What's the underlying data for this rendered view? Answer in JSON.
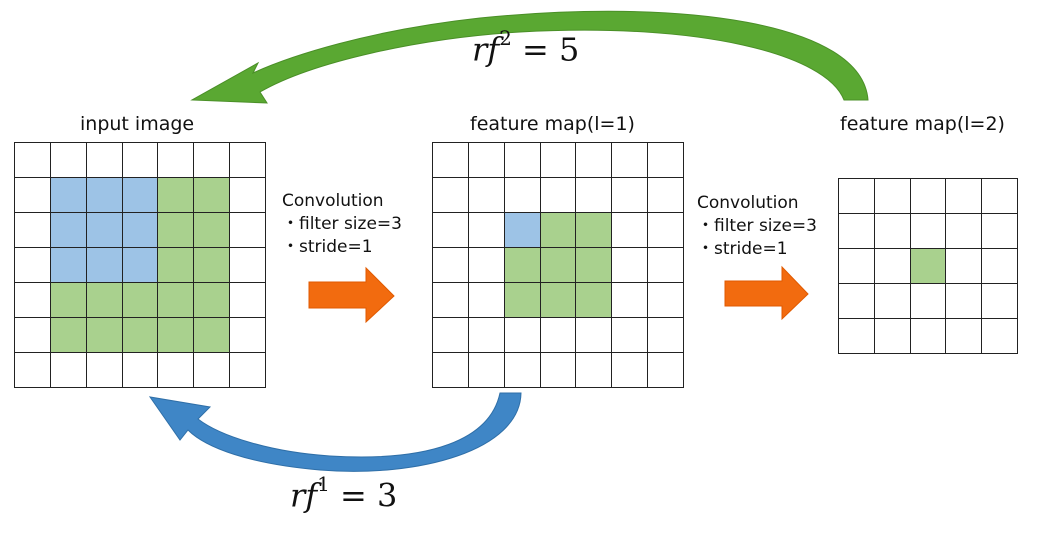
{
  "colors": {
    "blue_cell": "#9dc3e6",
    "green_cell": "#a9d18e",
    "orange_arrow": "#f26b0f",
    "green_arrow": "#5aa832",
    "blue_arrow": "#3f86c6"
  },
  "input_image": {
    "title": "input image",
    "rows": 7,
    "cols": 7,
    "blue_cells": [
      [
        1,
        1
      ],
      [
        1,
        2
      ],
      [
        1,
        3
      ],
      [
        2,
        1
      ],
      [
        2,
        2
      ],
      [
        2,
        3
      ],
      [
        3,
        1
      ],
      [
        3,
        2
      ],
      [
        3,
        3
      ]
    ],
    "green_cells": [
      [
        1,
        4
      ],
      [
        1,
        5
      ],
      [
        2,
        4
      ],
      [
        2,
        5
      ],
      [
        3,
        4
      ],
      [
        3,
        5
      ],
      [
        4,
        1
      ],
      [
        4,
        2
      ],
      [
        4,
        3
      ],
      [
        4,
        4
      ],
      [
        4,
        5
      ],
      [
        5,
        1
      ],
      [
        5,
        2
      ],
      [
        5,
        3
      ],
      [
        5,
        4
      ],
      [
        5,
        5
      ]
    ]
  },
  "feature_map_1": {
    "title": "feature map(l=1)",
    "rows": 7,
    "cols": 7,
    "blue_cells": [
      [
        2,
        2
      ]
    ],
    "green_cells": [
      [
        2,
        3
      ],
      [
        2,
        4
      ],
      [
        3,
        2
      ],
      [
        3,
        3
      ],
      [
        3,
        4
      ],
      [
        4,
        2
      ],
      [
        4,
        3
      ],
      [
        4,
        4
      ]
    ]
  },
  "feature_map_2": {
    "title": "feature map(l=2)",
    "rows": 5,
    "cols": 5,
    "blue_cells": [],
    "green_cells": [
      [
        2,
        2
      ]
    ]
  },
  "conv_1": {
    "title": "Convolution",
    "filter": "・filter size=3",
    "stride": "・stride=1"
  },
  "conv_2": {
    "title": "Convolution",
    "filter": "・filter size=3",
    "stride": "・stride=1"
  },
  "rf2": {
    "var": "rf",
    "sup": "2",
    "eq": " = 5"
  },
  "rf1": {
    "var": "rf",
    "sup": "1",
    "eq": " = 3"
  },
  "icons": [
    "orange-right-arrow-icon",
    "green-curved-arrow-icon",
    "blue-curved-arrow-icon"
  ]
}
